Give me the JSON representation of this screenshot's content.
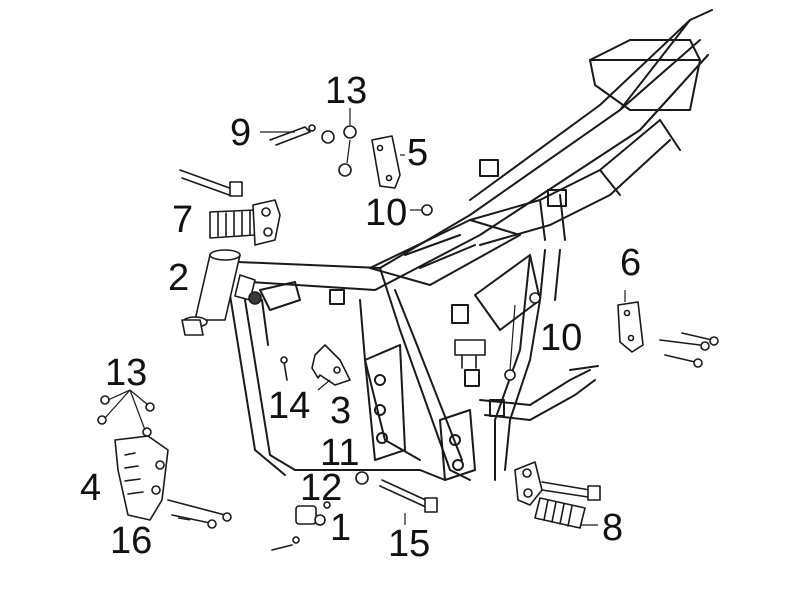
{
  "callouts": [
    {
      "id": "c1",
      "number": "1"
    },
    {
      "id": "c2",
      "number": "2"
    },
    {
      "id": "c3",
      "number": "3"
    },
    {
      "id": "c4",
      "number": "4"
    },
    {
      "id": "c5",
      "number": "5"
    },
    {
      "id": "c6",
      "number": "6"
    },
    {
      "id": "c7",
      "number": "7"
    },
    {
      "id": "c8",
      "number": "8"
    },
    {
      "id": "c9",
      "number": "9"
    },
    {
      "id": "c10a",
      "number": "10"
    },
    {
      "id": "c10b",
      "number": "10"
    },
    {
      "id": "c11",
      "number": "11"
    },
    {
      "id": "c12",
      "number": "12"
    },
    {
      "id": "c13a",
      "number": "13"
    },
    {
      "id": "c13b",
      "number": "13"
    },
    {
      "id": "c14",
      "number": "14"
    },
    {
      "id": "c15",
      "number": "15"
    },
    {
      "id": "c16",
      "number": "16"
    }
  ],
  "colors": {
    "line": "#1a1a1a",
    "background": "#ffffff"
  }
}
